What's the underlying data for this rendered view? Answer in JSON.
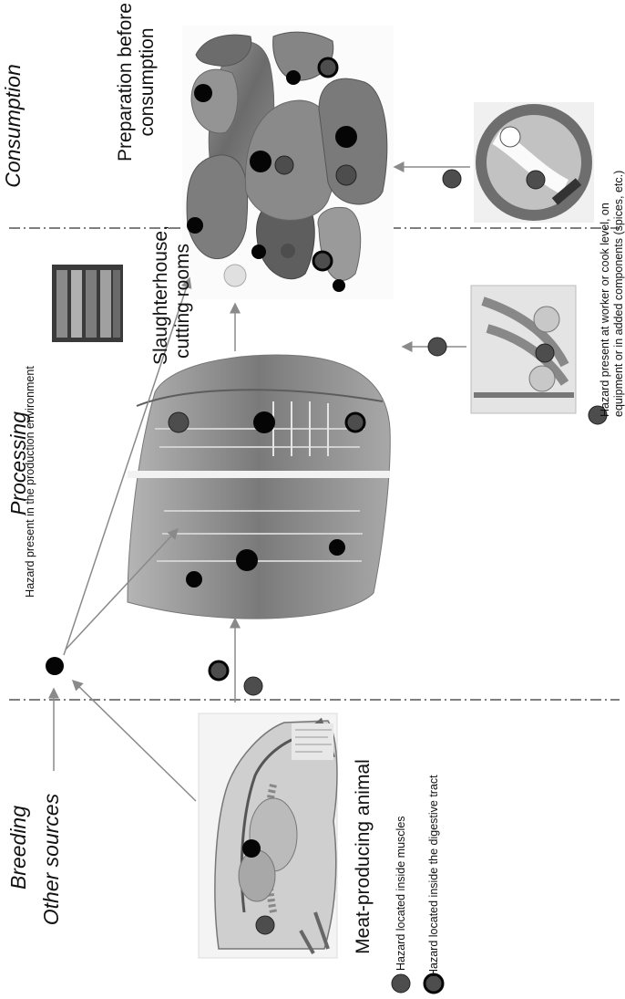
{
  "stages": {
    "breeding": "Breeding",
    "processing": "Processing",
    "consumption": "Consumption"
  },
  "other_sources": "Other sources",
  "env_caption": "Hazard present in the production environment",
  "captions": {
    "animal": "Meat-producing animal",
    "slaughter_line1": "Slaughterhouse,",
    "slaughter_line2": "cutting rooms",
    "prep_line1": "Preparation before",
    "prep_line2": "consumption"
  },
  "legend": {
    "muscles": "Hazard located inside muscles",
    "digestive": "Hazard located inside the digestive tract",
    "worker_line1": "Hazard present at worker or cook level, on",
    "worker_line2": "equipment or in added components (spices, etc.)"
  },
  "colors": {
    "hazard_black": "#050505",
    "hazard_grey": "#4d4d4d",
    "ring": "#1a1a1a",
    "arrow": "#8a8a8a",
    "divider": "#555555"
  }
}
